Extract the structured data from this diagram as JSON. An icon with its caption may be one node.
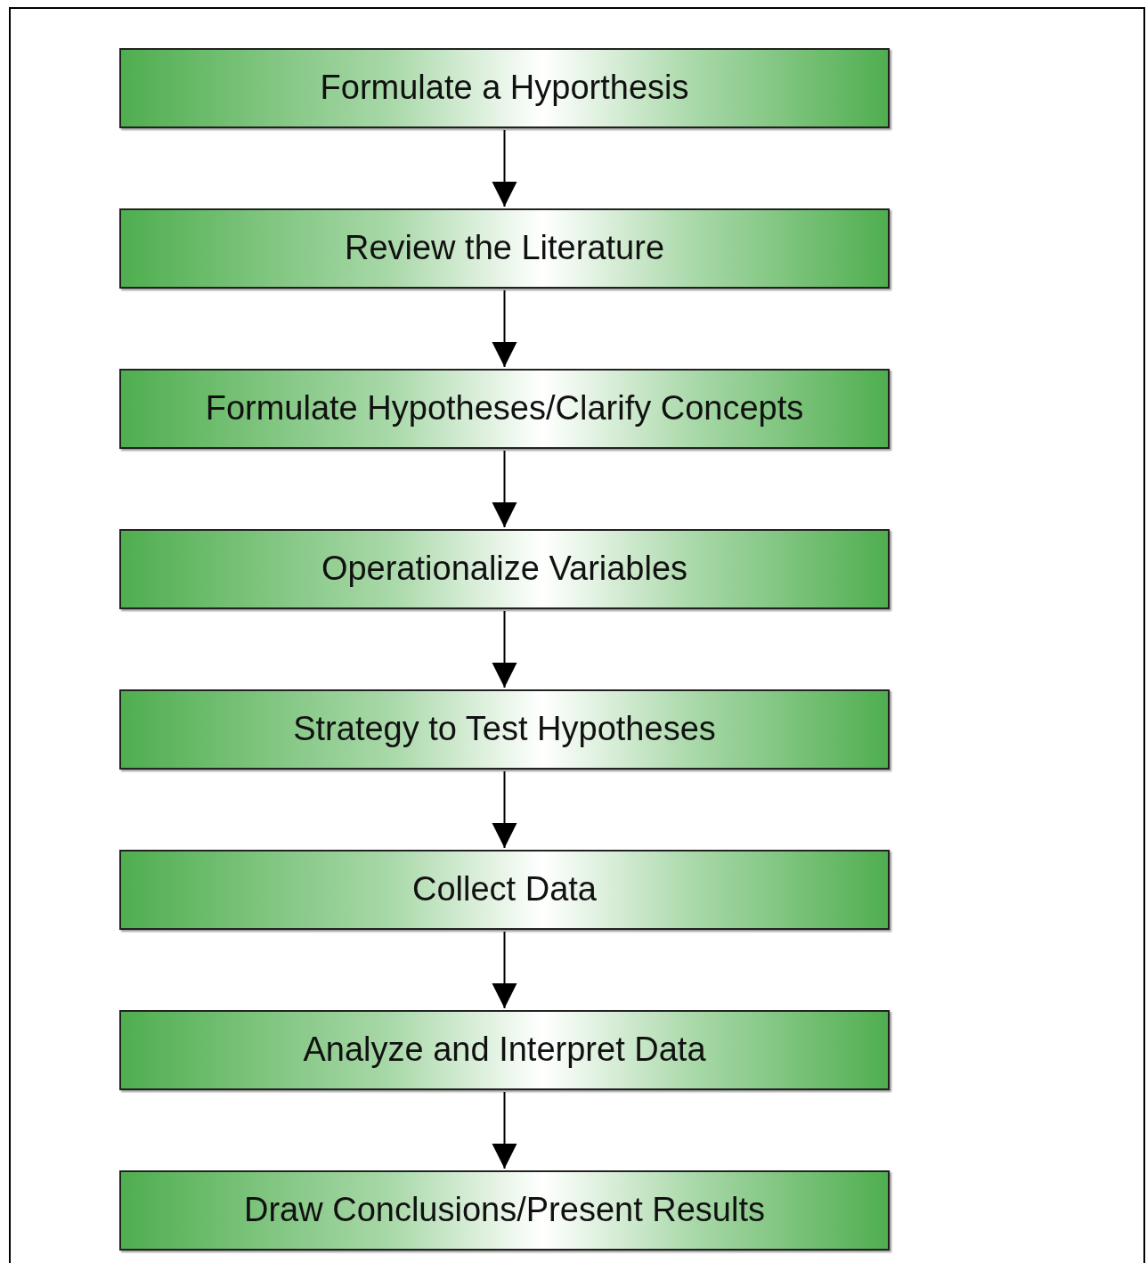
{
  "diagram": {
    "nodes": [
      {
        "text": [
          "Formulate a Hyporthesis"
        ]
      },
      {
        "text": [
          "Review the Literature"
        ]
      },
      {
        "text": [
          "Formulate Hypotheses/Clarify Concepts"
        ]
      },
      {
        "text": [
          "Operationalize Variables"
        ]
      },
      {
        "text": [
          "Strategy to Test Hypotheses"
        ]
      },
      {
        "text": [
          "Collect Data"
        ]
      },
      {
        "text": [
          "Analyze and Interpret Data"
        ]
      },
      {
        "text": [
          "Draw Conclusions/Present Results"
        ]
      }
    ],
    "edges": [
      {
        "from": 0,
        "to": 1,
        "arrow": "to"
      },
      {
        "from": 1,
        "to": 2,
        "arrow": "to"
      },
      {
        "from": 2,
        "to": 3,
        "arrow": "to"
      },
      {
        "from": 3,
        "to": 4,
        "arrow": "to"
      },
      {
        "from": 4,
        "to": 5,
        "arrow": "to"
      },
      {
        "from": 5,
        "to": 6,
        "arrow": "to"
      },
      {
        "from": 6,
        "to": 7,
        "arrow": "to"
      }
    ]
  }
}
